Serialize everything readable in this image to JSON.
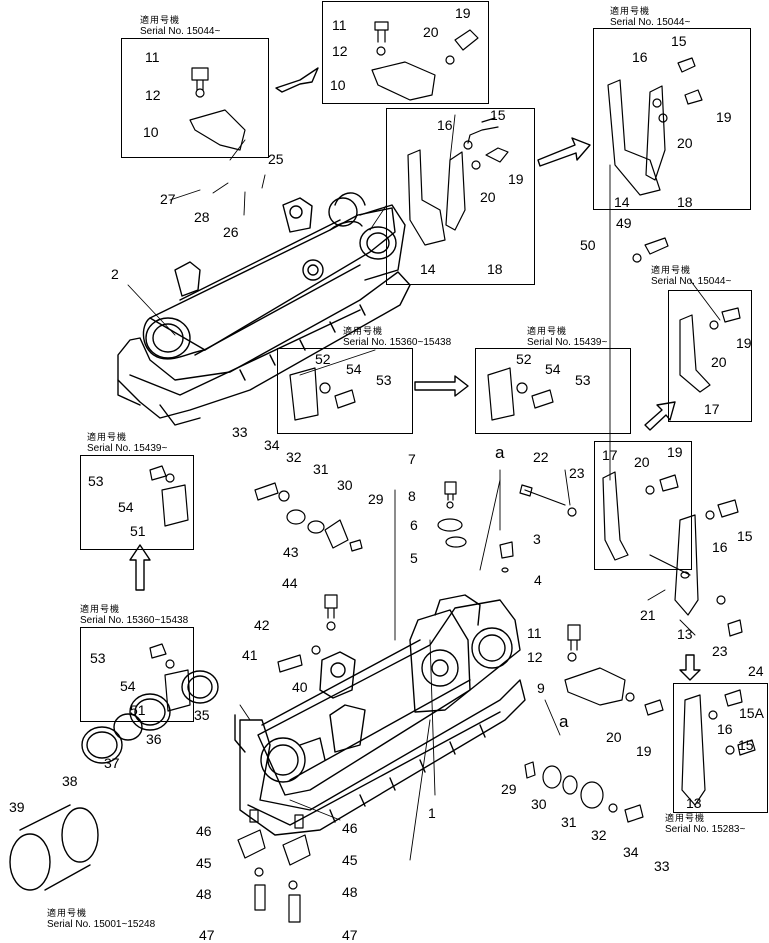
{
  "inset_captions": {
    "a": {
      "jp": "適用号機",
      "serial": "Serial No. 15044~"
    },
    "b": {
      "jp": "適用号機",
      "serial": "Serial No. 15044~"
    },
    "c": {
      "jp": "適用号機",
      "serial": "Serial No. 15044~"
    },
    "d": {
      "jp": "適用号機",
      "serial": "Serial No. 15360~15438"
    },
    "e": {
      "jp": "適用号機",
      "serial": "Serial No. 15439~"
    },
    "f": {
      "jp": "適用号機",
      "serial": "Serial No. 15439~"
    },
    "g": {
      "jp": "適用号機",
      "serial": "Serial No. 15360~15438"
    },
    "h": {
      "jp": "適用号機",
      "serial": "Serial No. 15001~15248"
    },
    "i": {
      "jp": "適用号機",
      "serial": "Serial No. 15283~"
    }
  },
  "callouts": {
    "c11a": "11",
    "c12a": "12",
    "c10a": "10",
    "c11b": "11",
    "c12b": "12",
    "c10b": "10",
    "c20b": "20",
    "c19b": "19",
    "c15a": "15",
    "c16a": "16",
    "c19c": "19",
    "c20c": "20",
    "c14a": "14",
    "c18a": "18",
    "c16b": "16",
    "c15b": "15",
    "c19d": "19",
    "c20d": "20",
    "c14b": "14",
    "c18b": "18",
    "c27": "27",
    "c28": "28",
    "c25": "25",
    "c26": "26",
    "c2": "2",
    "c49": "49",
    "c50": "50",
    "c19e": "19",
    "c20e": "20",
    "c17a": "17",
    "c52a": "52",
    "c54a": "54",
    "c53a": "53",
    "c52b": "52",
    "c54b": "54",
    "c53b": "53",
    "c53c": "53",
    "c54c": "54",
    "c51a": "51",
    "c33a": "33",
    "c34a": "34",
    "c32a": "32",
    "c31a": "31",
    "c30a": "30",
    "c29a": "29",
    "c7": "7",
    "c8": "8",
    "c6": "6",
    "c5": "5",
    "c3": "3",
    "c4": "4",
    "ca1": "a",
    "c22": "22",
    "c23a": "23",
    "c17b": "17",
    "c20f": "20",
    "c19f": "19",
    "c16c": "16",
    "c15c": "15",
    "c21": "21",
    "c13a": "13",
    "c23b": "23",
    "c24": "24",
    "c43": "43",
    "c44": "44",
    "c42": "42",
    "c41": "41",
    "c40": "40",
    "c53d": "53",
    "c54d": "54",
    "c51b": "51",
    "c11c": "11",
    "c12c": "12",
    "c9": "9",
    "ca2": "a",
    "c20g": "20",
    "c19g": "19",
    "c15A": "15A",
    "c16d": "16",
    "c15d": "15",
    "c13b": "13",
    "c35": "35",
    "c36": "36",
    "c37": "37",
    "c38": "38",
    "c39": "39",
    "c46a": "46",
    "c45a": "45",
    "c48a": "48",
    "c47a": "47",
    "c46b": "46",
    "c45b": "45",
    "c48b": "48",
    "c47b": "47",
    "c1": "1",
    "c29b": "29",
    "c30b": "30",
    "c31b": "31",
    "c32b": "32",
    "c34b": "34",
    "c33b": "33"
  }
}
